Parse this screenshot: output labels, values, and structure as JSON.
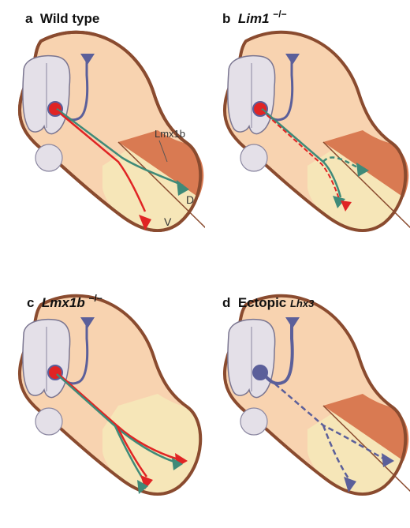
{
  "panels": {
    "a": {
      "letter": "a",
      "title": "Wild type"
    },
    "b": {
      "letter": "b",
      "gene": "Lim1",
      "superscript": "−/−"
    },
    "c": {
      "letter": "c",
      "gene": "Lmx1b",
      "superscript": "−/−"
    },
    "d": {
      "letter": "d",
      "title": "Ectopic",
      "gene": "Lhx3"
    }
  },
  "labels": {
    "lmx1b": "Lmx1b",
    "dorsal": "D",
    "ventral": "V"
  },
  "colors": {
    "limb_fill": "#f8d3b0",
    "dorsal_fill": "#d97a52",
    "ventral_fill": "#f6e6b8",
    "outline": "#8a4b2f",
    "spinal_cord": "#e4e0e8",
    "red_axon": "#e02424",
    "green_axon": "#3f8a78",
    "blue_neuron": "#5b5f9a"
  }
}
